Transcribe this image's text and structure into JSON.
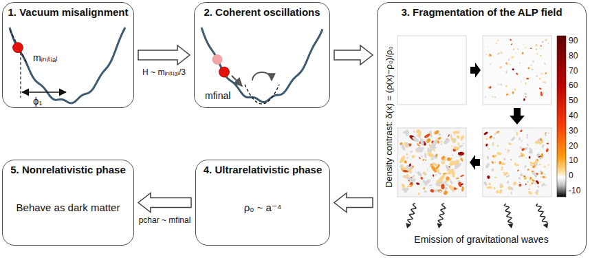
{
  "diagram": {
    "nodes": [
      {
        "text": [
          "1. Vacuum misalignment"
        ]
      },
      {
        "text": [
          "2. Coherent oscillations"
        ]
      },
      {
        "text": [
          "3. Fragmentation of the ALP field"
        ]
      },
      {
        "text": [
          "4. Ultrarelativistic phase",
          "ρ₀ ~ a⁻⁴"
        ]
      },
      {
        "text": [
          "5. Nonrelativistic phase",
          "Behave as dark matter"
        ]
      }
    ],
    "edges": [
      {
        "from": 0,
        "to": 1,
        "arrow": "to",
        "label": "H ~ mᵢₙᵢₜᵢₐₗ/3"
      },
      {
        "from": 1,
        "to": 2,
        "arrow": "to"
      },
      {
        "from": 2,
        "to": 3,
        "arrow": "to"
      },
      {
        "from": 3,
        "to": 4,
        "arrow": "to",
        "label": "pchar ~ mfinal"
      }
    ],
    "labels": [
      "mᵢₙᵢₜᵢₐₗ",
      "ϕ₁",
      "mfinal",
      "Density contrast: δ(x) = (ρ(x)−ρ₀)/ρ₀",
      "90",
      "80",
      "70",
      "60",
      "50",
      "40",
      "30",
      "20",
      "10",
      "0",
      "-10",
      "Emission of gravitational waves"
    ]
  }
}
